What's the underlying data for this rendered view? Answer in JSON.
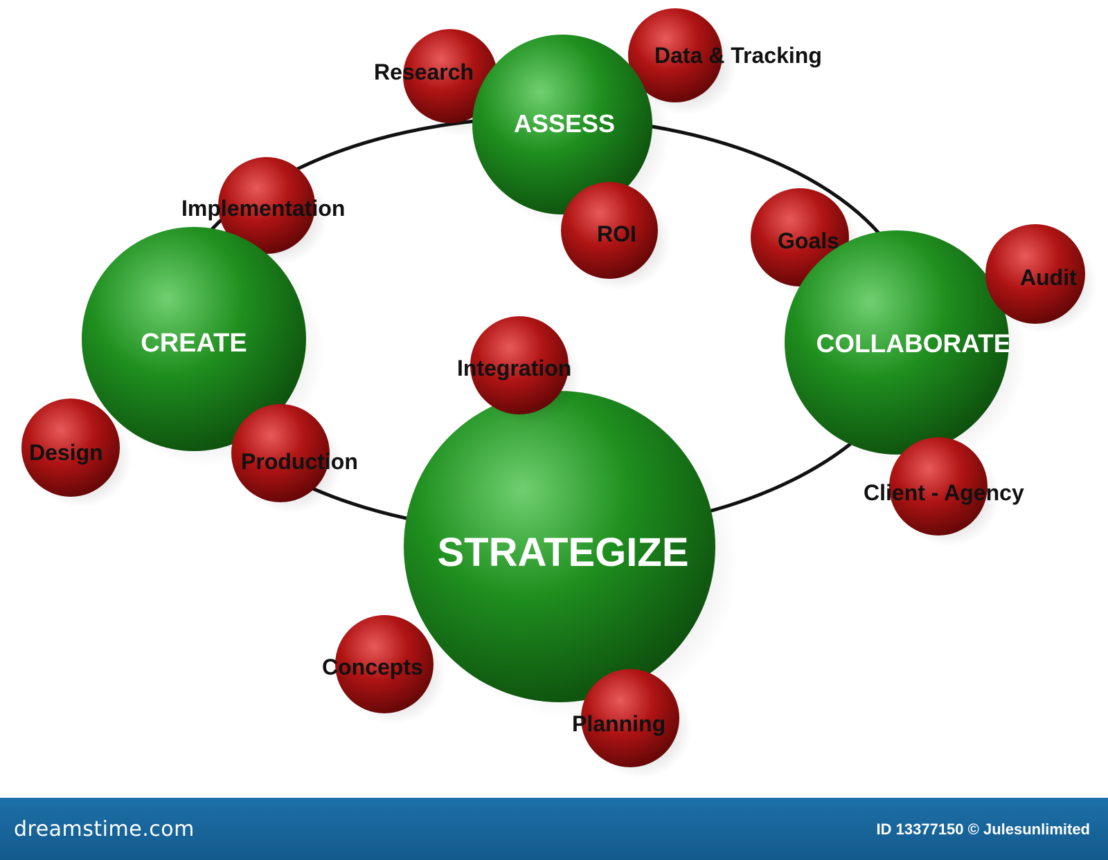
{
  "diagram": {
    "main_nodes": [
      {
        "key": "assess",
        "label": "ASSESS"
      },
      {
        "key": "create",
        "label": "CREATE"
      },
      {
        "key": "collaborate",
        "label": "COLLABORATE"
      },
      {
        "key": "strategize",
        "label": "STRATEGIZE"
      }
    ],
    "sub_nodes": [
      {
        "key": "research",
        "label": "Research",
        "parent": "assess"
      },
      {
        "key": "data-tracking",
        "label": "Data & Tracking",
        "parent": "assess"
      },
      {
        "key": "roi",
        "label": "ROI",
        "parent": "assess"
      },
      {
        "key": "implementation",
        "label": "Implementation",
        "parent": "create"
      },
      {
        "key": "design",
        "label": "Design",
        "parent": "create"
      },
      {
        "key": "production",
        "label": "Production",
        "parent": "create"
      },
      {
        "key": "goals",
        "label": "Goals",
        "parent": "collaborate"
      },
      {
        "key": "audit",
        "label": "Audit",
        "parent": "collaborate"
      },
      {
        "key": "client-agency",
        "label": "Client - Agency",
        "parent": "collaborate"
      },
      {
        "key": "integration",
        "label": "Integration",
        "parent": "strategize"
      },
      {
        "key": "concepts",
        "label": "Concepts",
        "parent": "strategize"
      },
      {
        "key": "planning",
        "label": "Planning",
        "parent": "strategize"
      }
    ],
    "colors": {
      "main": "#1f8f1f",
      "main_dark": "#0c4a0c",
      "sub": "#b01414",
      "sub_dark": "#5a0505",
      "ring": "#111111"
    }
  },
  "footer": {
    "logo": "dreamstime.com",
    "credit": "ID 13377150 © Julesunlimited",
    "color": "#1667a0"
  }
}
